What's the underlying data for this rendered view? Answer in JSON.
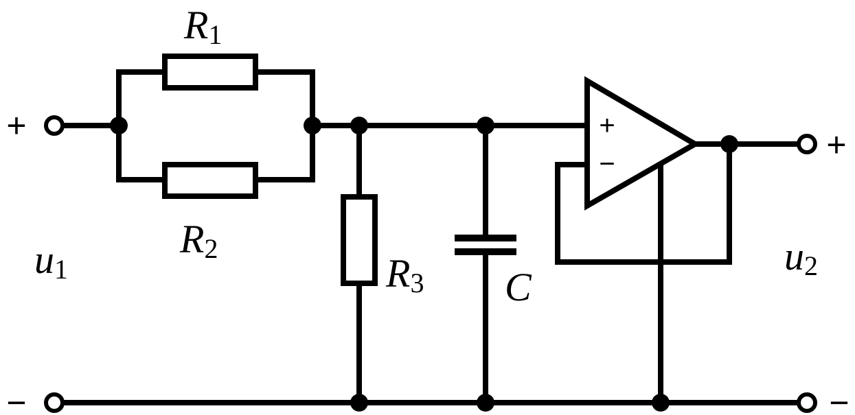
{
  "components": {
    "r1": {
      "symbol": "R",
      "subscript": "1"
    },
    "r2": {
      "symbol": "R",
      "subscript": "2"
    },
    "r3": {
      "symbol": "R",
      "subscript": "3"
    },
    "c": {
      "symbol": "C"
    }
  },
  "terminals": {
    "input": {
      "symbol": "u",
      "subscript": "1",
      "plus": "+",
      "minus": "−"
    },
    "output": {
      "symbol": "u",
      "subscript": "2",
      "plus": "+",
      "minus": "−"
    }
  },
  "opamp": {
    "noninverting": "+",
    "inverting": "−"
  }
}
